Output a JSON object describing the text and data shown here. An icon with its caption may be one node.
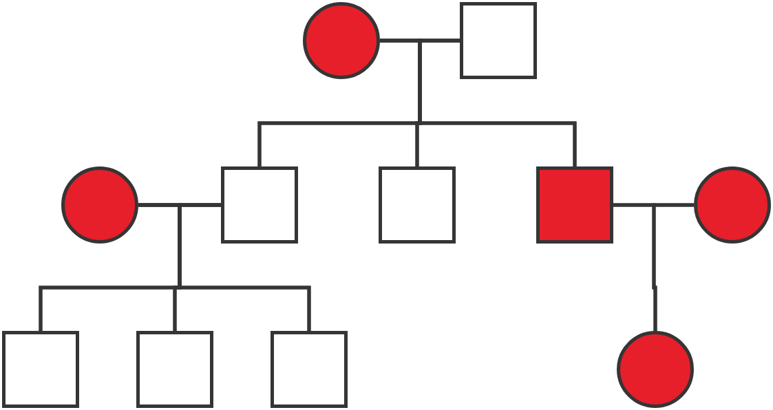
{
  "diagram": {
    "nodes": [
      {
        "text": [],
        "shape": "circle"
      },
      {
        "text": [],
        "shape": "box"
      },
      {
        "text": [],
        "shape": "circle"
      },
      {
        "text": [],
        "shape": "box"
      },
      {
        "text": [],
        "shape": "box"
      },
      {
        "text": [],
        "shape": "box"
      },
      {
        "text": [],
        "shape": "circle"
      },
      {
        "text": [],
        "shape": "box"
      },
      {
        "text": [],
        "shape": "box"
      },
      {
        "text": [],
        "shape": "box"
      },
      {
        "text": [],
        "shape": "circle"
      }
    ],
    "edges": [
      {
        "from": 0,
        "to": 1,
        "arrow": "none"
      },
      {
        "from": 0,
        "to": 3,
        "arrow": "none"
      },
      {
        "from": 0,
        "to": 4,
        "arrow": "none"
      },
      {
        "from": 0,
        "to": 5,
        "arrow": "none"
      },
      {
        "from": 1,
        "to": 3,
        "arrow": "none"
      },
      {
        "from": 1,
        "to": 4,
        "arrow": "none"
      },
      {
        "from": 1,
        "to": 5,
        "arrow": "none"
      },
      {
        "from": 2,
        "to": 3,
        "arrow": "none"
      },
      {
        "from": 2,
        "to": 7,
        "arrow": "none"
      },
      {
        "from": 2,
        "to": 8,
        "arrow": "none"
      },
      {
        "from": 2,
        "to": 9,
        "arrow": "none"
      },
      {
        "from": 3,
        "to": 7,
        "arrow": "none"
      },
      {
        "from": 3,
        "to": 8,
        "arrow": "none"
      },
      {
        "from": 3,
        "to": 9,
        "arrow": "none"
      },
      {
        "from": 5,
        "to": 6,
        "arrow": "none"
      },
      {
        "from": 5,
        "to": 10,
        "arrow": "none"
      },
      {
        "from": 6,
        "to": 10,
        "arrow": "none"
      }
    ]
  }
}
